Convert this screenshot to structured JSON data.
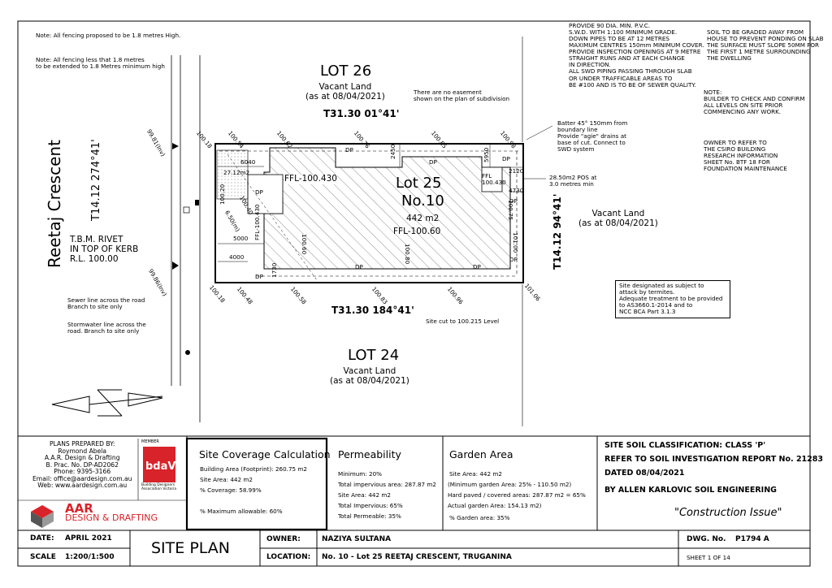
{
  "notes": {
    "fencing_1": "Note: All fencing proposed to be 1.8 metres High.",
    "fencing_2": "Note: All fencing less that 1.8 metres\nto be extended to 1.8 Metres minimum high",
    "pipes": "PROVIDE 90 DIA. MIN. P.V.C.\nS.W.D. WITH 1:100 MINIMUM GRADE.\nDOWN PIPES TO BE AT 12 METRES\nMAXIMUM CENTRES 150mm MINIMUM COVER.\nPROVIDE INSPECTION OPENINGS AT 9 METRE\nSTRAIGHT RUNS AND AT EACH CHANGE\nIN DIRECTION.\nALL SWD PIPING PASSING THROUGH SLAB\nOR UNDER TRAFFICABLE AREAS TO\nBE #100 AND IS TO BE OF SEWER QUALITY.",
    "soil_grade": "SOIL TO BE GRADED AWAY FROM\nHOUSE TO PREVENT PONDING ON SLAB\nTHE SURFACE MUST SLOPE 50MM FOR\nTHE FIRST 1 METRE SURROUNDING\nTHE DWELLING",
    "builder": "NOTE:\nBUILDER TO CHECK AND CONFIRM\nALL LEVELS ON SITE PRIOR\nCOMMENCING ANY WORK.",
    "owner_refer": "OWNER TO REFER TO\nTHE CSIRO BUILDING\nRESEARCH INFORMATION\nSHEET No. BTF 18 FOR\nFOUNDATION MAINTENANCE",
    "easement": "There are no easement\nshown on the plan of subdivision",
    "batter": "Batter 45° 150mm from\nboundary line\nProvide \"agie\" drains at\nbase of cut. Connect to\nSWD system",
    "pos": "28.50m2 POS at\n3.0 metres min",
    "termites": "Site designated as subject to\nattack by termites.\nAdequate treatment to be provided\nto AS3660.1-2014 and to\nNCC BCA Part 3.1.3",
    "sewer": "Sewer line across the road\nBranch to site only",
    "stormwater": "Stormwater line across the\nroad. Branch to site only",
    "site_cut": "Site cut to 100.215 Level"
  },
  "plan": {
    "street": "Reetaj Crescent",
    "street_bearing": "T14.12 274°41'",
    "tbm": "T.B.M. RIVET\nIN TOP OF KERB\nR.L. 100.00",
    "lot26": "LOT 26",
    "lot26_sub": "Vacant Land\n(as at 08/04/2021)",
    "top_bearing": "T31.30 01°41'",
    "lot24": "LOT 24",
    "lot24_sub": "Vacant Land\n(as at 08/04/2021)",
    "bottom_bearing": "T31.30 184°41'",
    "right_bearing": "T14.12 94°41'",
    "right_vacant": "Vacant Land\n(as at 08/04/2021)",
    "lot25": "Lot 25",
    "lot25_no": "No.10",
    "lot25_area": "442 m2",
    "lot25_ffl": "FFL-100.60",
    "ffl_left": "FFL-100.430",
    "ffl_right": "FFL\n100.430",
    "ffl_vertical": "FFL-100.430",
    "pos_area": "27.12m2",
    "levels": [
      "100.18",
      "100.54",
      "100.62",
      "100.76",
      "100.85",
      "100.98",
      "100.18",
      "100.48",
      "100.58",
      "100.83",
      "100.96",
      "101.06",
      "99.81(Inv)",
      "99.86(Inv)",
      "100.20",
      "100.40",
      "100.60",
      "100.80",
      "101.00",
      "100.75",
      "6.50(m)"
    ],
    "dims": [
      "6040",
      "5000",
      "4000",
      "2450",
      "5950",
      "2120",
      "4730",
      "1730"
    ],
    "dp": "DP"
  },
  "title_block": {
    "prepared_by": "PLANS PREPARED BY:\nRoymond Abela\nA.A.R. Design & Drafting\nB. Prac. No. DP-AD2062\nPhone: 9395-3166\nEmail: office@aardesign.com.au\nWeb: www.aardesign.com.au",
    "member": "MEMBER",
    "bdav_mark": "bdaV.",
    "bdav_sub": "Building Designers\nAssociation Victoria",
    "aar": "AAR",
    "aar_sub": "DESIGN & DRAFTING",
    "site_coverage": {
      "title": "Site Coverage Calculation",
      "lines": [
        "Building Area (Footprint): 260.75 m2",
        "Site Area: 442 m2",
        "% Coverage: 58.99%",
        "% Maximum allowable: 60%"
      ]
    },
    "permeability": {
      "title": "Permeability",
      "lines": [
        "Minimum: 20%",
        "Total impervious area: 287.87 m2",
        "Site Area: 442 m2",
        "Total Impervious: 65%",
        "Total Permeable: 35%"
      ]
    },
    "garden": {
      "title": "Garden Area",
      "lines": [
        "Site Area: 442 m2",
        "(Minimum garden Area: 25% - 110.50 m2)",
        "Hard paved / covered areas: 287.87 m2 = 65%",
        "Actual garden Area: 154.13 m2)",
        "% Garden area: 35%"
      ]
    },
    "soil": [
      "SITE SOIL CLASSIFICATION: CLASS 'P'",
      "REFER TO SOIL INVESTIGATION REPORT No. 21283",
      "DATED 08/04/2021",
      "BY ALLEN KARLOVIC SOIL ENGINEERING"
    ],
    "issue": "\"Construction Issue\"",
    "date_label": "DATE:",
    "date_value": "APRIL 2021",
    "scale_label": "SCALE",
    "scale_value": "1:200/1:500",
    "drawing_title": "SITE PLAN",
    "owner_label": "OWNER:",
    "owner_value": "NAZIYA SULTANA",
    "location_label": "LOCATION:",
    "location_value": "No. 10 - Lot 25 REETAJ CRESCENT, TRUGANINA",
    "dwg_label": "DWG. No.",
    "dwg_value": "P1794 A",
    "sheet": "SHEET 1 OF 14"
  }
}
